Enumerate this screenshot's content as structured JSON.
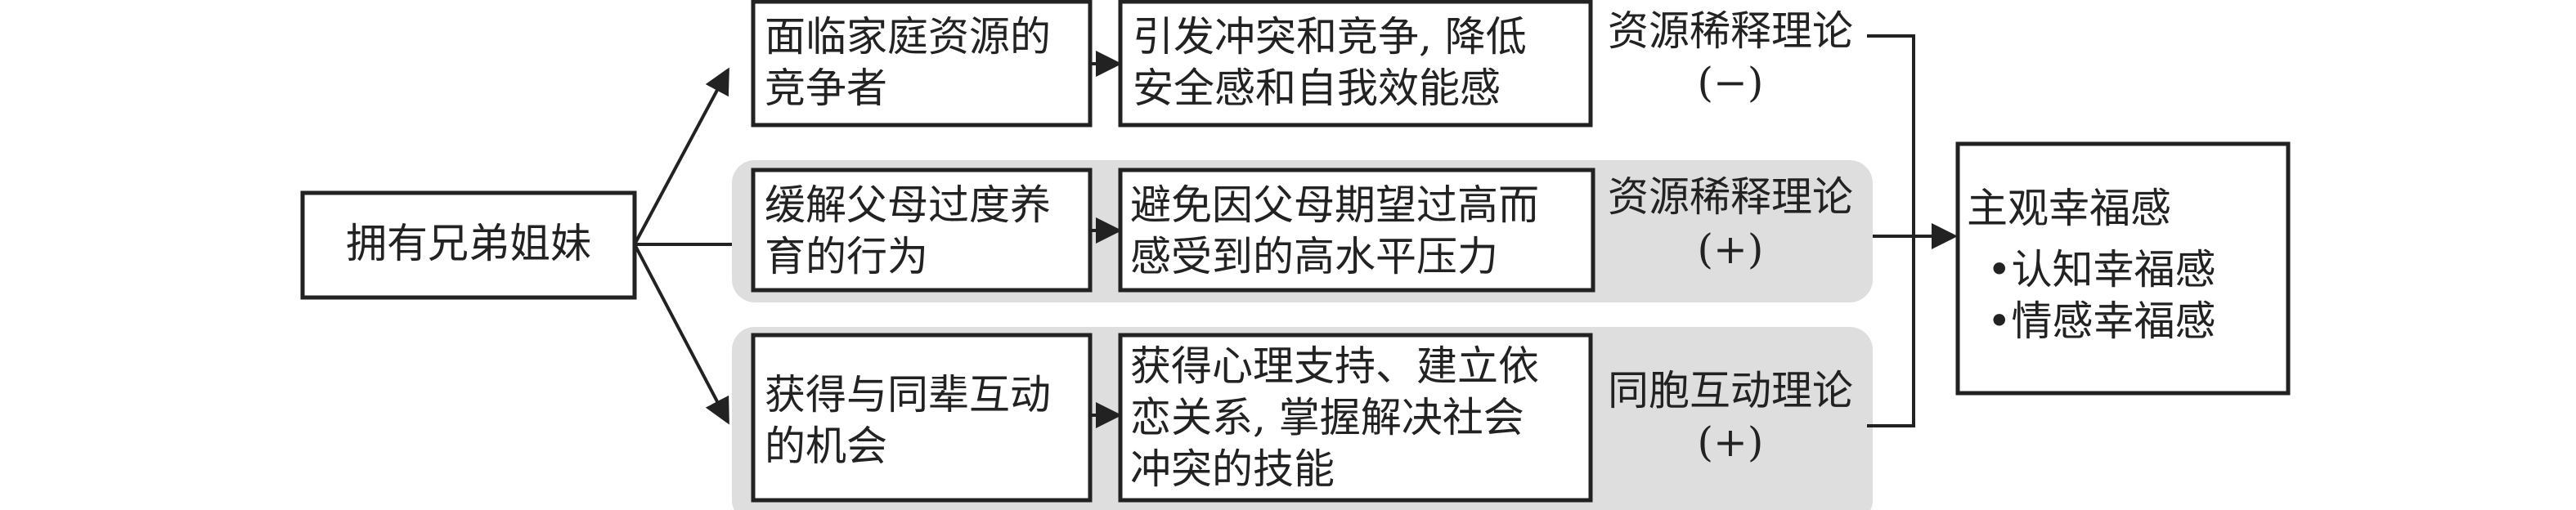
{
  "source": "拥有兄弟姐妹",
  "outcome": {
    "title": "主观幸福感",
    "items": [
      "•认知幸福感",
      "•情感幸福感"
    ]
  },
  "rows": [
    {
      "mechanism": [
        "面临家庭资源的",
        "竞争者"
      ],
      "effect": [
        "引发冲突和竞争, 降低",
        "安全感和自我效能感"
      ],
      "theory": "资源稀释理论",
      "sign": "(−)",
      "highlighted": false
    },
    {
      "mechanism": [
        "缓解父母过度养",
        "育的行为"
      ],
      "effect": [
        "避免因父母期望过高而",
        "感受到的高水平压力"
      ],
      "theory": "资源稀释理论",
      "sign": "(+)",
      "highlighted": true
    },
    {
      "mechanism": [
        "获得与同辈互动",
        "的机会"
      ],
      "effect": [
        "获得心理支持、建立依",
        "恋关系, 掌握解决社会",
        "冲突的技能"
      ],
      "theory": "同胞互动理论",
      "sign": "(+)",
      "highlighted": true
    }
  ]
}
